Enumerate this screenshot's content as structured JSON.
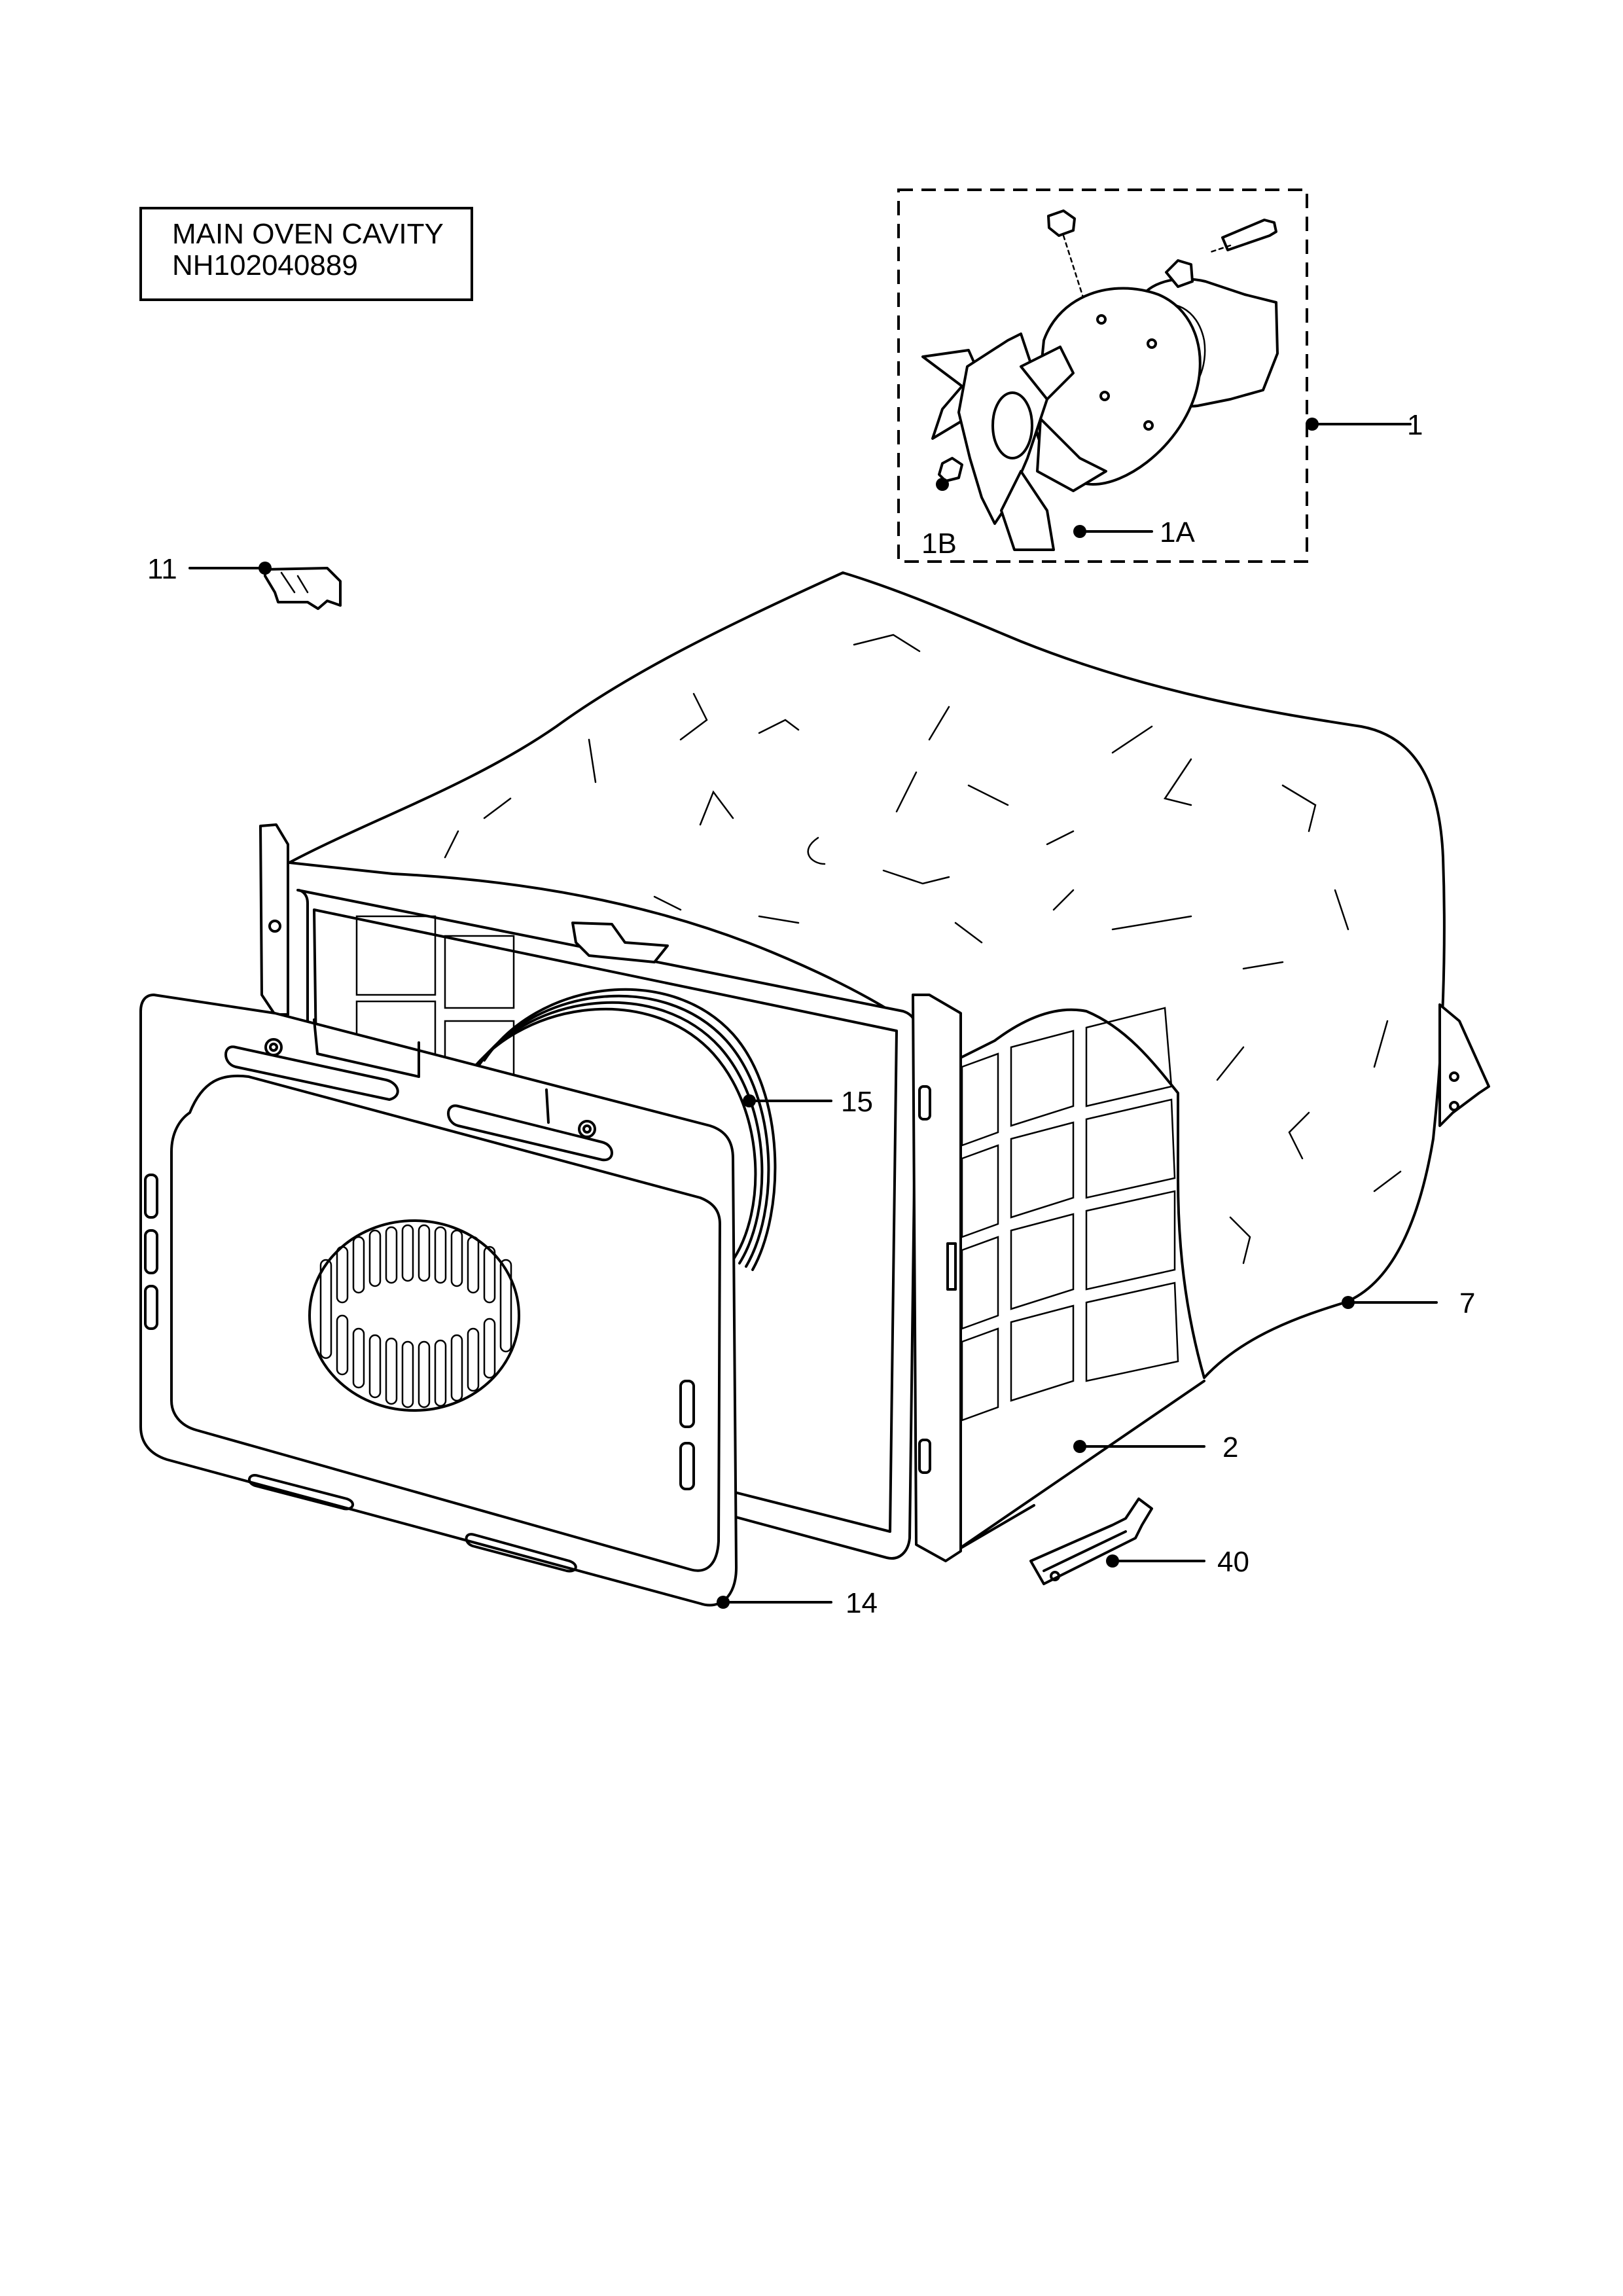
{
  "title_box": {
    "line1": "MAIN OVEN CAVITY",
    "line2": "NH102040889"
  },
  "callouts": [
    {
      "id": "fan-assembly",
      "label": "1"
    },
    {
      "id": "fan-blade",
      "label": "1A"
    },
    {
      "id": "fan-nut",
      "label": "1B"
    },
    {
      "id": "bracket",
      "label": "11"
    },
    {
      "id": "seal",
      "label": "15"
    },
    {
      "id": "insulation",
      "label": "7"
    },
    {
      "id": "cavity",
      "label": "2"
    },
    {
      "id": "rail",
      "label": "40"
    },
    {
      "id": "back-panel",
      "label": "14"
    }
  ],
  "colors": {
    "line": "#000000",
    "background": "#ffffff"
  }
}
